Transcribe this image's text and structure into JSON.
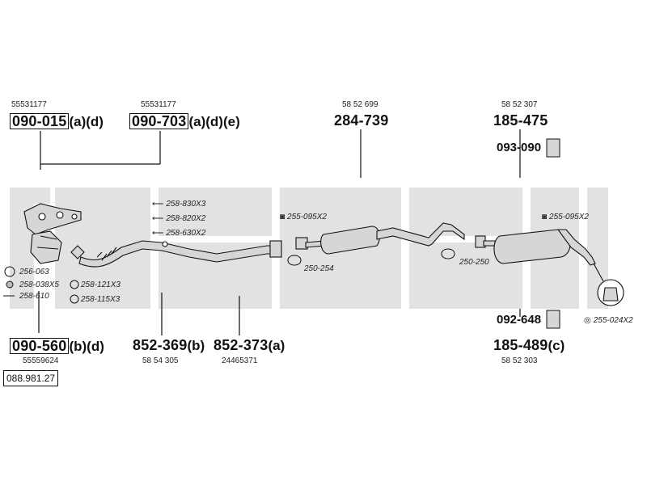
{
  "diagram_ref": "088.981.27",
  "parts": {
    "p1": {
      "oem": "55531177",
      "number": "090-015",
      "suffix": "(a)(d)"
    },
    "p2": {
      "oem": "55531177",
      "number": "090-703",
      "suffix": "(a)(d)(e)"
    },
    "p3": {
      "oem": "58 52 699",
      "number": "284-739"
    },
    "p4": {
      "oem": "58 52 307",
      "number": "185-475"
    },
    "p5": {
      "number": "093-090"
    },
    "p6": {
      "oem": "55559624",
      "number": "090-560",
      "suffix": "(b)(d)"
    },
    "p7": {
      "oem": "58 54 305",
      "number": "852-369",
      "suffix": "(b)"
    },
    "p8": {
      "oem": "24465371",
      "number": "852-373",
      "suffix": "(a)"
    },
    "p9": {
      "number": "092-648"
    },
    "p10": {
      "oem": "58 52 303",
      "number": "185-489",
      "suffix": "(c)"
    }
  },
  "accessories": {
    "a1": "258-830X3",
    "a2": "258-820X2",
    "a3": "258-630X2",
    "a4": "255-095X2",
    "a5": "250-254",
    "a6": "255-095X2",
    "a7": "250-250",
    "a8": "255-024X2",
    "a9": "256-063",
    "a10": "258-038X5",
    "a11": "258-121X3",
    "a12": "258-610",
    "a13": "258-115X3"
  },
  "colors": {
    "watermark": "#e2e2e2",
    "line": "#111111",
    "part_fill": "#d6d6d6"
  }
}
